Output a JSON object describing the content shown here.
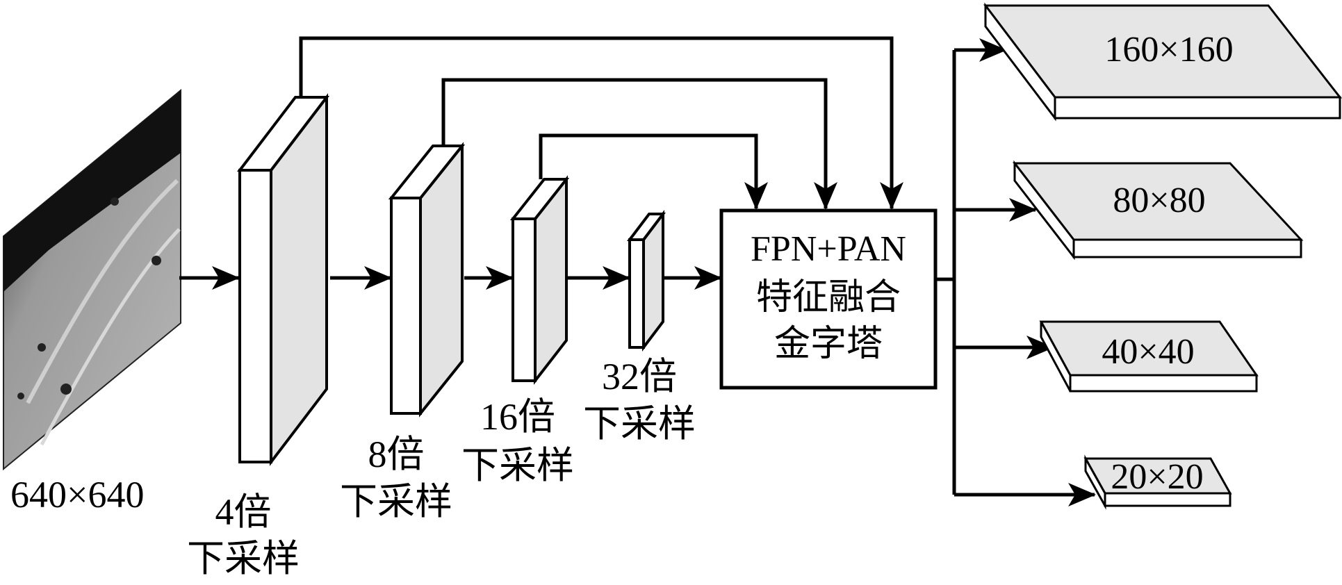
{
  "input": {
    "size_label": "640×640"
  },
  "backbone": [
    {
      "ratio": "4倍",
      "op": "下采样"
    },
    {
      "ratio": "8倍",
      "op": "下采样"
    },
    {
      "ratio": "16倍",
      "op": "下采样"
    },
    {
      "ratio": "32倍",
      "op": "下采样"
    }
  ],
  "fusion": {
    "line1": "FPN+PAN",
    "line2": "特征融合",
    "line3": "金字塔"
  },
  "outputs": [
    {
      "label": "160×160"
    },
    {
      "label": "80×80"
    },
    {
      "label": "40×40"
    },
    {
      "label": "20×20"
    }
  ],
  "colors": {
    "stroke": "#000000",
    "side_fill": "#e3e3e3",
    "slab_fill": "#e6e6e6"
  }
}
